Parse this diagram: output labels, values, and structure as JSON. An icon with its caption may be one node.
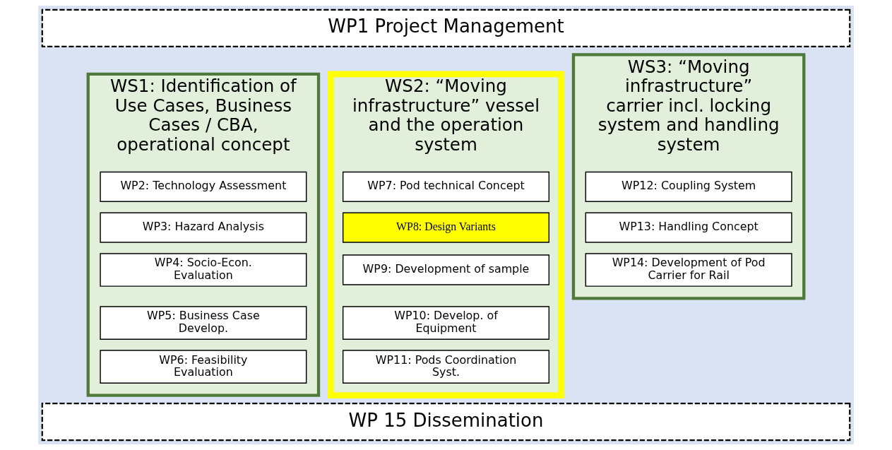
{
  "diagram": {
    "nodes": [
      {
        "text": [
          "WP1 Project Management"
        ]
      },
      {
        "text": [
          "WS1: Identification of Use Cases, Business Cases / CBA, operational concept"
        ]
      },
      {
        "text": [
          "WP2: Technology Assessment"
        ],
        "in": 1
      },
      {
        "text": [
          "WP3: Hazard Analysis"
        ],
        "in": 1
      },
      {
        "text": [
          "WP4: Socio-Econ. Evaluation"
        ],
        "in": 1
      },
      {
        "text": [
          "WP5: Business Case Develop."
        ],
        "in": 1
      },
      {
        "text": [
          "WP6: Feasibility Evaluation"
        ],
        "in": 1
      },
      {
        "text": [
          "WS2: “Moving infrastructure” vessel and the operation system"
        ]
      },
      {
        "text": [
          "WP7: Pod technical Concept"
        ],
        "in": 7
      },
      {
        "text": [
          "WP8: Design Variants"
        ],
        "in": 7
      },
      {
        "text": [
          "WP9: Development of sample"
        ],
        "in": 7
      },
      {
        "text": [
          "WP10: Develop. of Equipment"
        ],
        "in": 7
      },
      {
        "text": [
          "WP11: Pods Coordination Syst."
        ],
        "in": 7
      },
      {
        "text": [
          "WS3: “Moving infrastructure” carrier incl. locking system and handling system"
        ]
      },
      {
        "text": [
          "WP12: Coupling System"
        ],
        "in": 13
      },
      {
        "text": [
          "WP13: Handling Concept"
        ],
        "in": 13
      },
      {
        "text": [
          "WP14: Development of Pod Carrier for Rail"
        ],
        "in": 13
      },
      {
        "text": [
          "WP 15 Dissemination"
        ]
      }
    ]
  }
}
